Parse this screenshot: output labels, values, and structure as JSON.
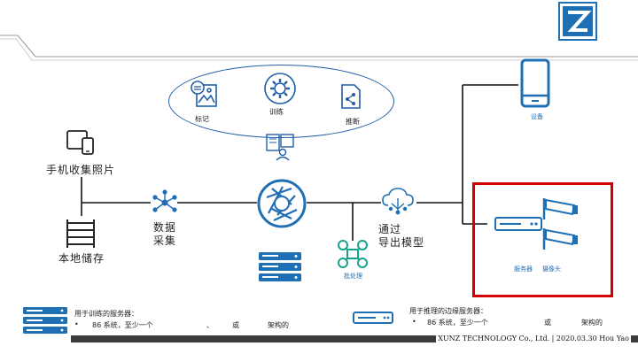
{
  "footer": {
    "text": "XUNZ TECHNOLOGY Co., Ltd. | 2020.03.30 Hou Yao"
  },
  "ellipse": {
    "annotate_label": "标记",
    "train_label": "训练",
    "infer_label": "推断"
  },
  "left": {
    "phone_photos_label": "手机收集照片",
    "local_storage_label": "本地储存"
  },
  "center": {
    "data_collect_line1": "数据",
    "data_collect_line2": "采集",
    "export_line1": "通过",
    "export_line2": "导出模型",
    "batch_label": "批处理"
  },
  "right": {
    "device_label": "设备",
    "server_label": "服务器",
    "camera_label": "摄像头"
  },
  "bottom": {
    "train_server_title": "用于训练的服务器：",
    "train_server_bullet": "•",
    "train_server_line": "86 系统，至少一个",
    "train_server_sep": "、",
    "train_server_or": "或",
    "train_server_arch": "架构的",
    "edge_server_title": "用于推理的边缘服务器：",
    "edge_server_bullet": "•",
    "edge_server_line": "86 系统，至少一个",
    "edge_server_or": "或",
    "edge_server_arch": "架构的"
  },
  "colors": {
    "accent": "#1f6fb5",
    "dark_blue": "#1f5ea8",
    "highlight": "#d40000"
  }
}
